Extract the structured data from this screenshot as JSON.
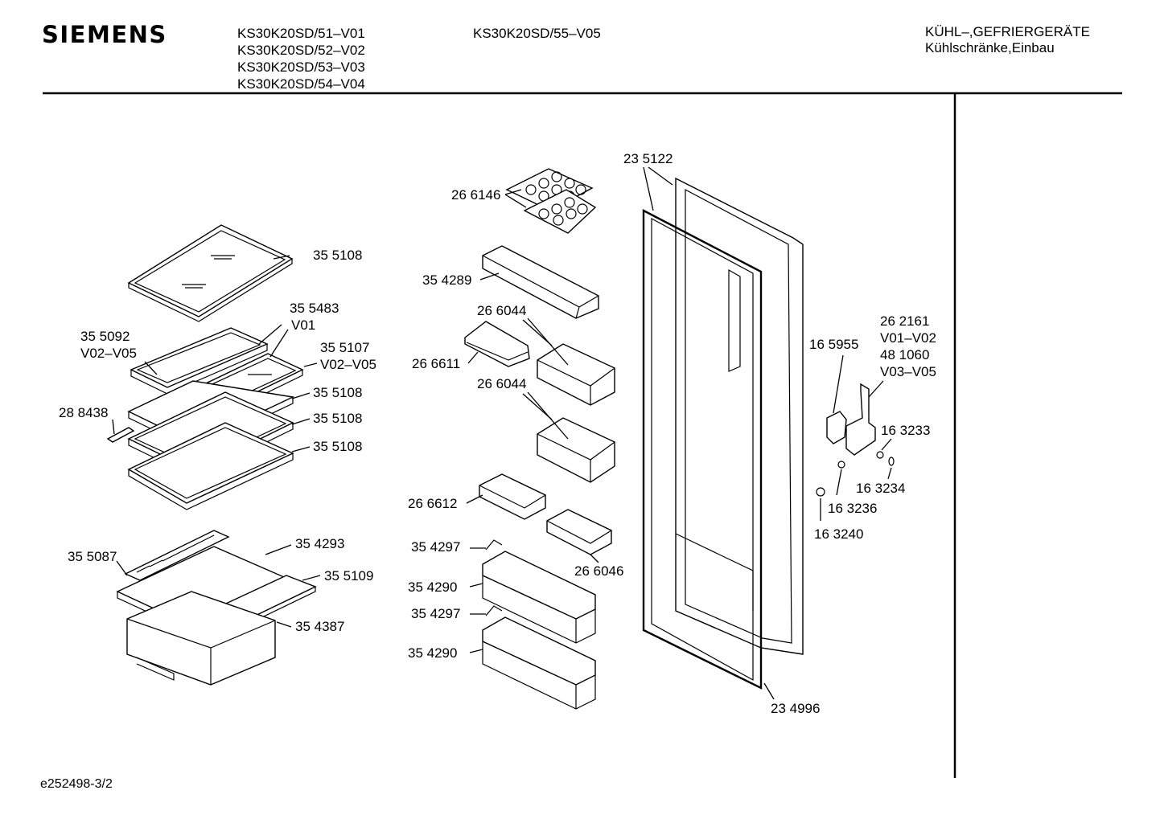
{
  "header": {
    "brand": "SIEMENS",
    "models_col1": [
      "KS30K20SD/51–V01",
      "KS30K20SD/52–V02",
      "KS30K20SD/53–V03",
      "KS30K20SD/54–V04"
    ],
    "models_col2": [
      "KS30K20SD/55–V05"
    ],
    "category_line1": "KÜHL–,GEFRIERGERÄTE",
    "category_line2": "Kühlschränke,Einbau"
  },
  "footer": {
    "doc_id": "e252498-3/2"
  },
  "parts": [
    {
      "id": "p1",
      "label": "35 5108"
    },
    {
      "id": "p2",
      "label": "35 5483"
    },
    {
      "id": "p3",
      "label": "V01"
    },
    {
      "id": "p4",
      "label": "35 5092"
    },
    {
      "id": "p5",
      "label": "V02–V05"
    },
    {
      "id": "p6",
      "label": "35 5107"
    },
    {
      "id": "p7",
      "label": "V02–V05"
    },
    {
      "id": "p8",
      "label": "35 5108"
    },
    {
      "id": "p9",
      "label": "28 8438"
    },
    {
      "id": "p10",
      "label": "35 5108"
    },
    {
      "id": "p11",
      "label": "35 5108"
    },
    {
      "id": "p12",
      "label": "35 4293"
    },
    {
      "id": "p13",
      "label": "35 5087"
    },
    {
      "id": "p14",
      "label": "35 5109"
    },
    {
      "id": "p15",
      "label": "35 4387"
    },
    {
      "id": "p16",
      "label": "26 6146"
    },
    {
      "id": "p17",
      "label": "35 4289"
    },
    {
      "id": "p18",
      "label": "26 6044"
    },
    {
      "id": "p19",
      "label": "26 6611"
    },
    {
      "id": "p20",
      "label": "26 6044"
    },
    {
      "id": "p21",
      "label": "26 6612"
    },
    {
      "id": "p22",
      "label": "35 4297"
    },
    {
      "id": "p23",
      "label": "26 6046"
    },
    {
      "id": "p24",
      "label": "35 4290"
    },
    {
      "id": "p25",
      "label": "35 4297"
    },
    {
      "id": "p26",
      "label": "35 4290"
    },
    {
      "id": "p27",
      "label": "23 5122"
    },
    {
      "id": "p28",
      "label": "23 4996"
    },
    {
      "id": "p29",
      "label": "16 5955"
    },
    {
      "id": "p30",
      "label": "26 2161"
    },
    {
      "id": "p31",
      "label": "V01–V02"
    },
    {
      "id": "p32",
      "label": "48 1060"
    },
    {
      "id": "p33",
      "label": "V03–V05"
    },
    {
      "id": "p34",
      "label": "16 3233"
    },
    {
      "id": "p35",
      "label": "16 3234"
    },
    {
      "id": "p36",
      "label": "16 3236"
    },
    {
      "id": "p37",
      "label": "16 3240"
    }
  ]
}
